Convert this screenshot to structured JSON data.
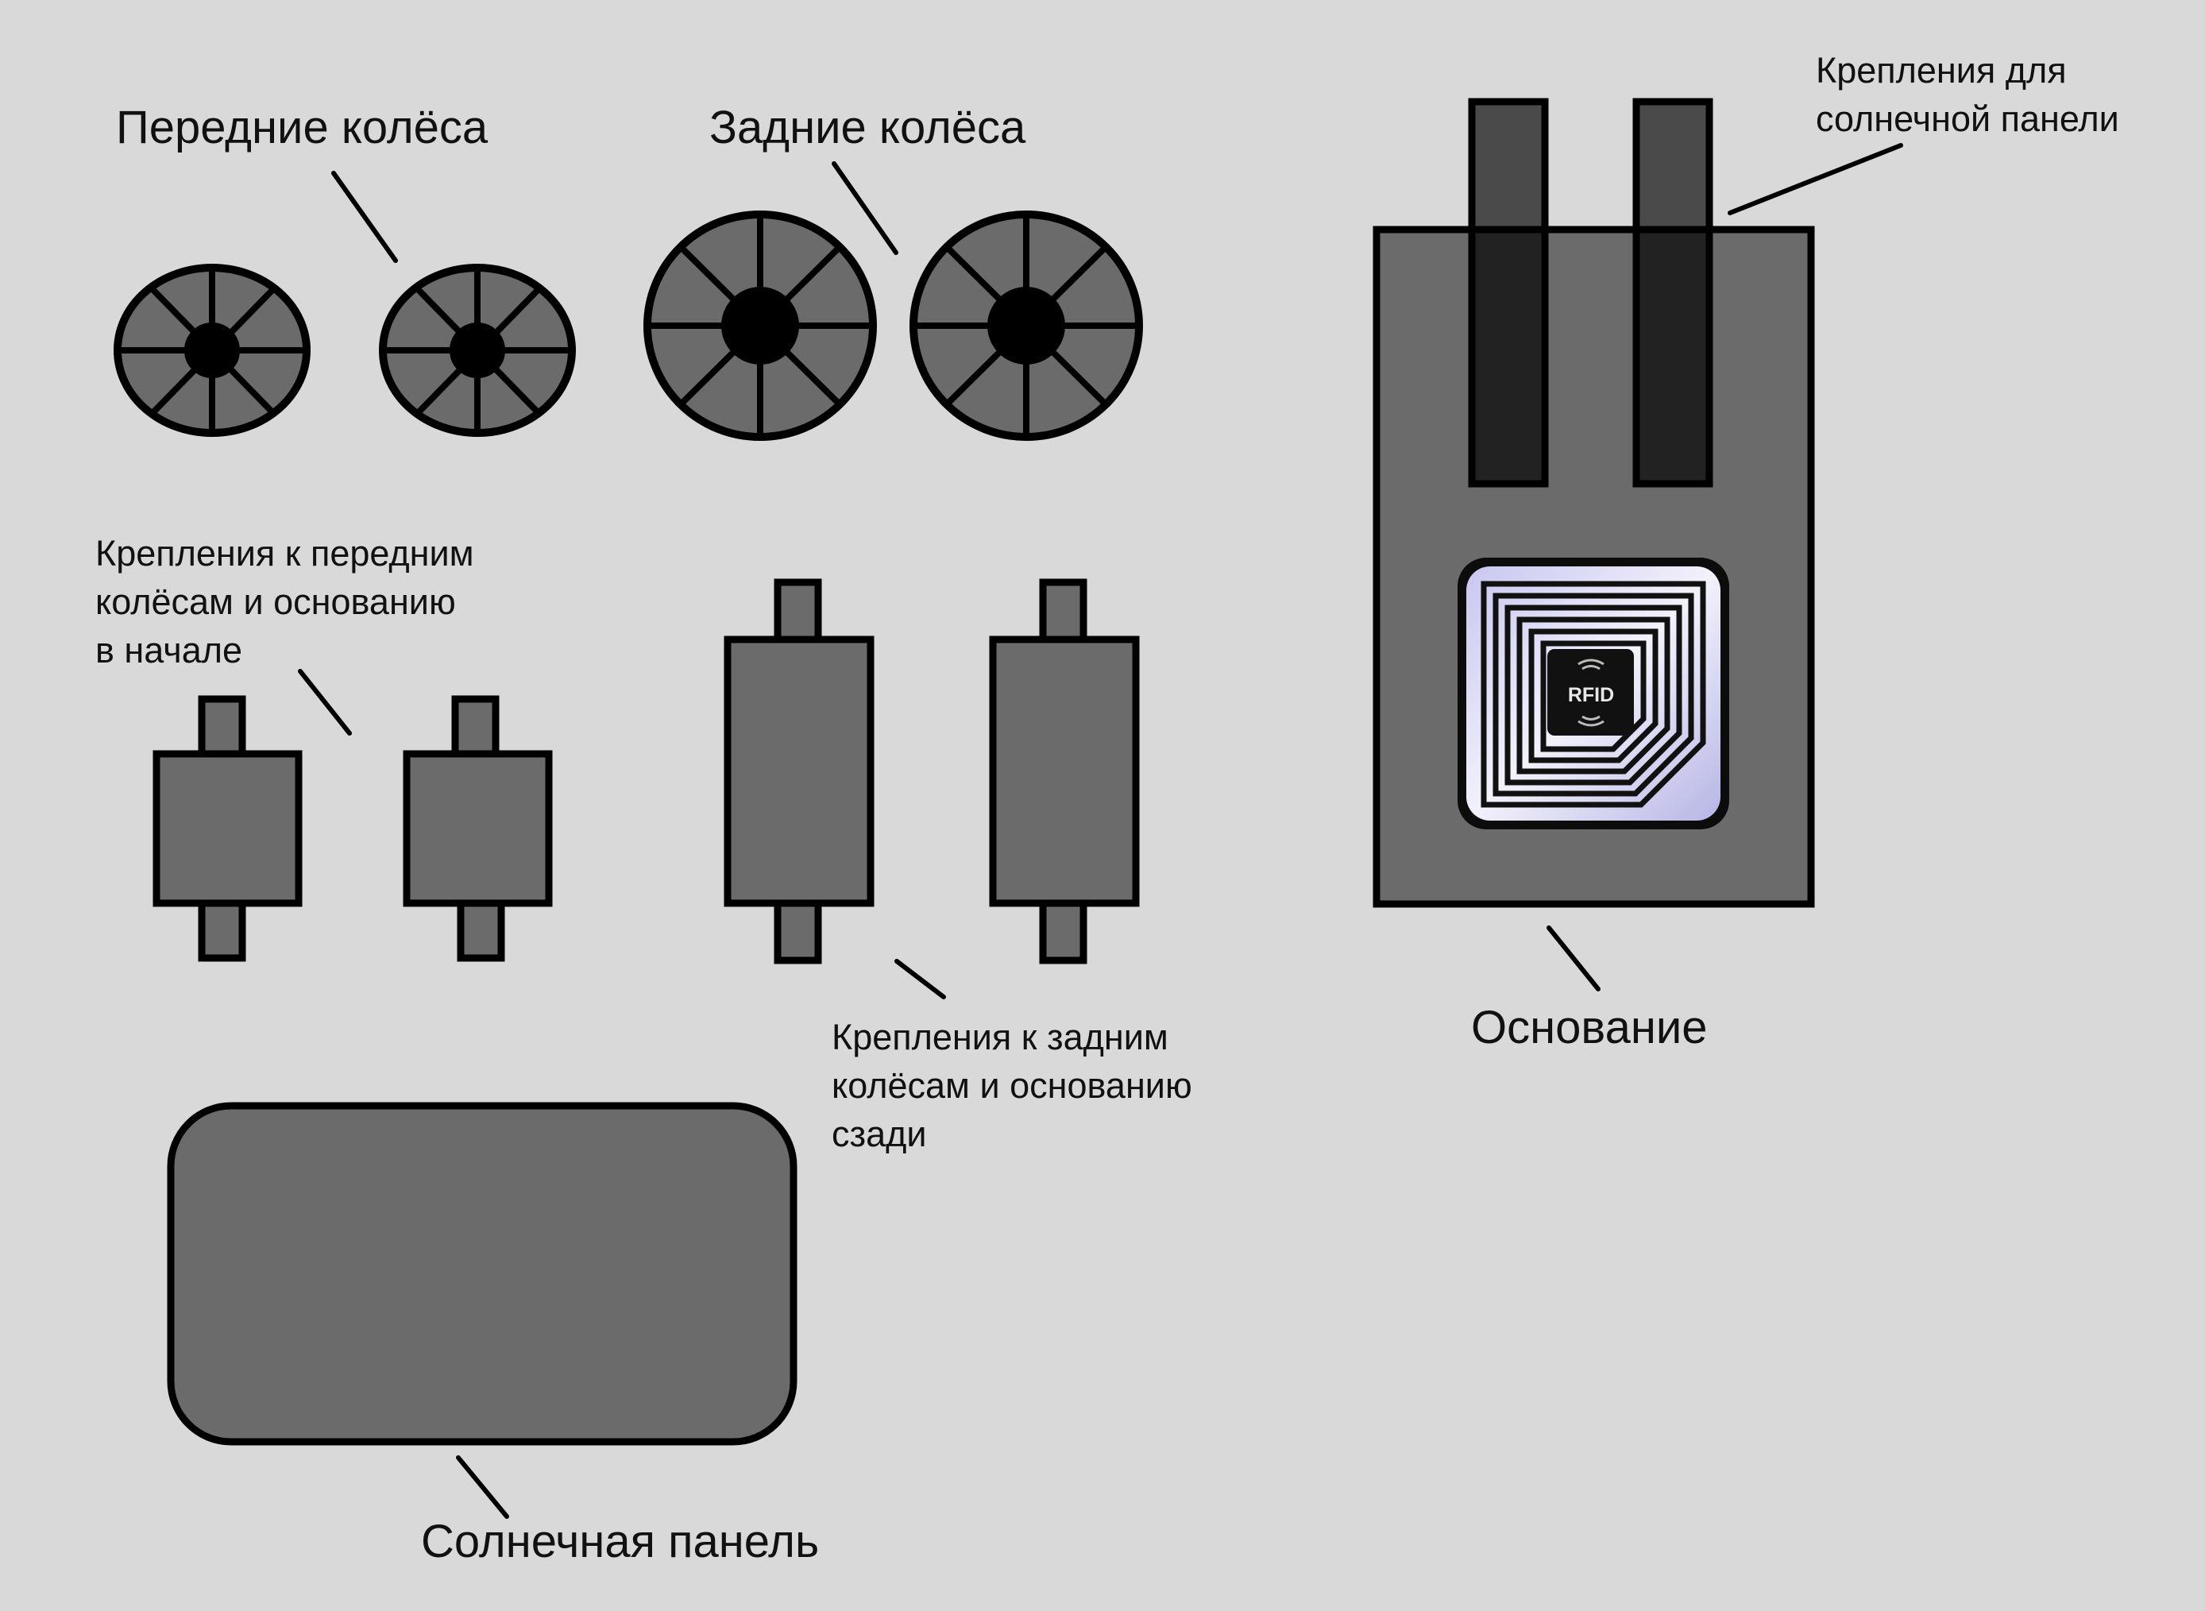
{
  "labels": {
    "front_wheels": "Передние колёса",
    "rear_wheels": "Задние колёса",
    "solar_mounts": "Крепления для\nсолнечной панели",
    "front_mounts": "Крепления к передним\nколёсам и основанию\nв начале",
    "rear_mounts": "Крепления к задним\nколёсам и основанию\nсзади",
    "base": "Основание",
    "solar_panel": "Солнечная панель"
  },
  "rfid_tag": {
    "text": "RFID"
  },
  "colors": {
    "background": "#d9d9d9",
    "part_fill": "#6b6b6b",
    "outline": "#000000",
    "solar_mount_fill": "#222222",
    "solar_mount_top_fill": "#4a4a4a"
  }
}
